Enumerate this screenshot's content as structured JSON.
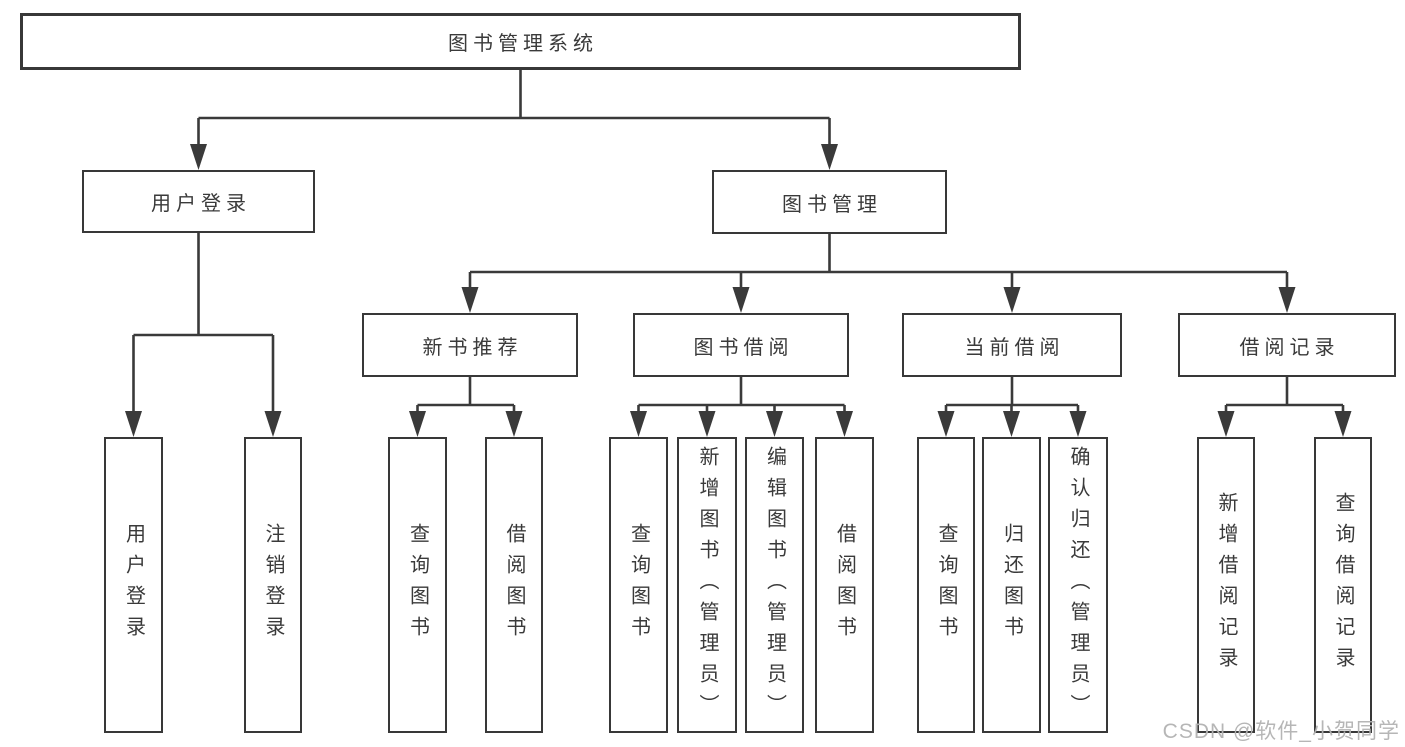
{
  "diagram": {
    "nodes": {
      "root": "图书管理系统",
      "user_login": "用户登录",
      "book_management": "图书管理",
      "new_book_recommend": "新书推荐",
      "book_borrow": "图书借阅",
      "current_borrow": "当前借阅",
      "borrow_records": "借阅记录"
    },
    "leaves": {
      "user_login": [
        "用户登录",
        "注销登录"
      ],
      "new_book_recommend": [
        "查询图书",
        "借阅图书"
      ],
      "book_borrow": [
        "查询图书",
        "新增图书（管理员）",
        "编辑图书（管理员）",
        "借阅图书"
      ],
      "current_borrow": [
        "查询图书",
        "归还图书",
        "确认归还（管理员）"
      ],
      "borrow_records": [
        "新增借阅记录",
        "查询借阅记录"
      ]
    },
    "watermark": "CSDN @软件_小贺同学",
    "colors": {
      "line": "#3a3a3a",
      "text": "#3a3a3a",
      "watermark": "#b3b3b3",
      "background": "#ffffff"
    }
  }
}
